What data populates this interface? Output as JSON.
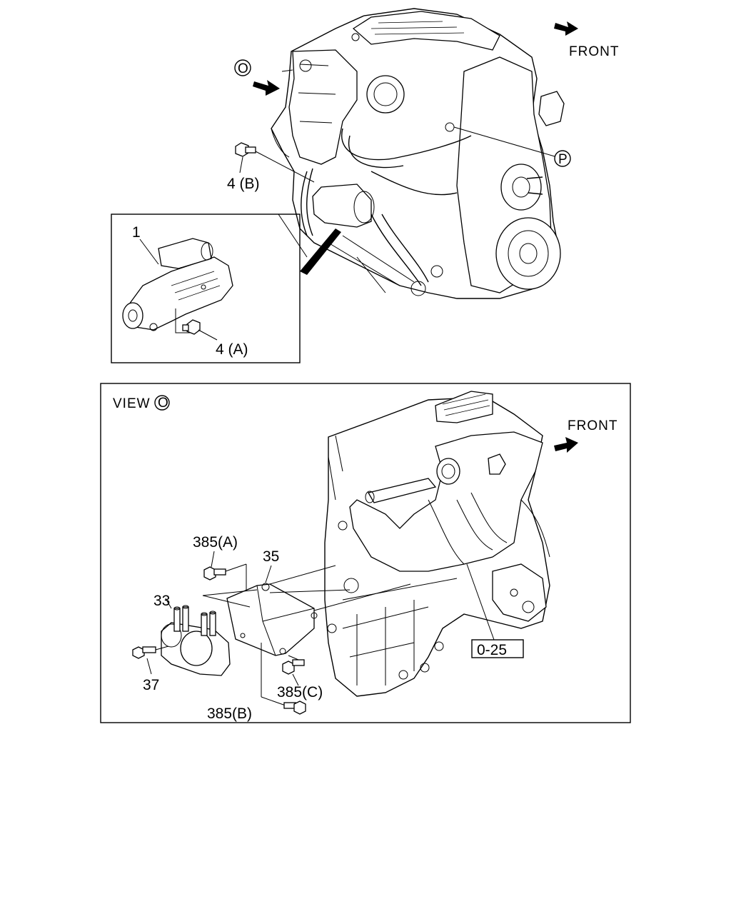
{
  "top_view": {
    "front_label": "FRONT",
    "view_marker": "O",
    "ref_marker": "P",
    "callouts": {
      "bolt_b": "4 (B)",
      "starter": "1",
      "bolt_a": "4 (A)"
    }
  },
  "bottom_view": {
    "view_label": "VIEW",
    "view_marker": "O",
    "front_label": "FRONT",
    "callouts": {
      "bolt_385a": "385(A)",
      "bracket": "35",
      "coil": "33",
      "bolt_37": "37",
      "bolt_385c": "385(C)",
      "bolt_385b": "385(B)",
      "ref_box": "0-25"
    }
  }
}
